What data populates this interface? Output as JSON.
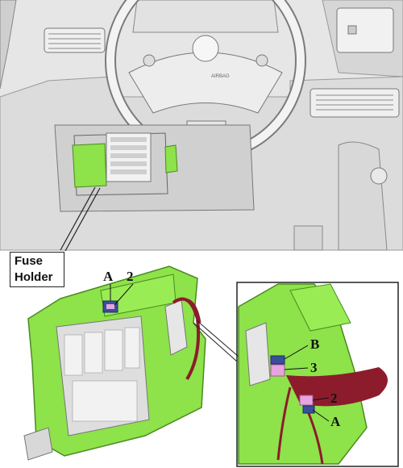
{
  "image": {
    "fuse_holder_label": [
      "Fuse",
      "Holder"
    ],
    "airbag_text": "AIRBAG",
    "callouts_main": [
      "A",
      "2"
    ],
    "callouts_inset": [
      "B",
      "3",
      "2",
      "A"
    ],
    "colors": {
      "dashboard_bg": "#e6e6e6",
      "holder_green": "#8ee24a",
      "connector_pink": "#e8a4e0",
      "connector_blue": "#3a4f9a",
      "wiring_red": "#8c1c2c"
    }
  }
}
